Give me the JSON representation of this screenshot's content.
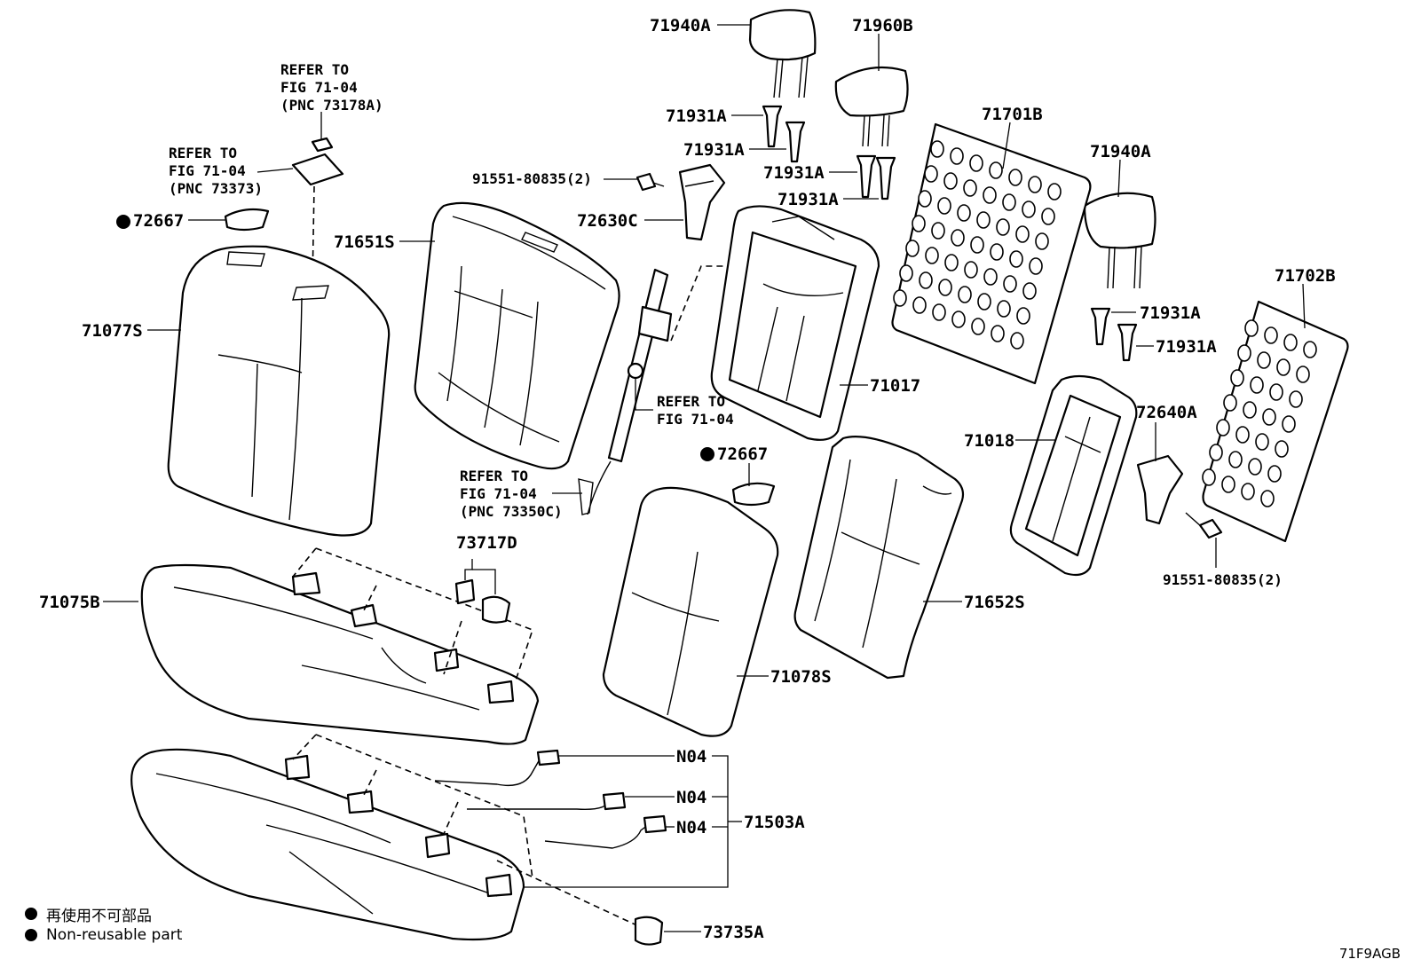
{
  "labels": {
    "p71940A_top": "71940A",
    "p71960B": "71960B",
    "p71931A_1": "71931A",
    "p71931A_2": "71931A",
    "p71931A_3": "71931A",
    "p71931A_4": "71931A",
    "p71701B": "71701B",
    "p71940A_right": "71940A",
    "p71931A_5": "71931A",
    "p71931A_6": "71931A",
    "p71702B": "71702B",
    "p91551_left": "91551-80835(2)",
    "p72630C": "72630C",
    "p71651S": "71651S",
    "p72667_left": "72667",
    "p71077S": "71077S",
    "p71017": "71017",
    "p71018": "71018",
    "p72640A": "72640A",
    "p91551_right": "91551-80835(2)",
    "p72667_mid": "72667",
    "p73717D": "73717D",
    "p71075B": "71075B",
    "p71652S": "71652S",
    "p71078S": "71078S",
    "pN04_1": "N04",
    "pN04_2": "N04",
    "pN04_3": "N04",
    "p71503A": "71503A",
    "p73735A": "73735A"
  },
  "refs": {
    "ref_73178A": [
      "REFER TO",
      "FIG 71-04",
      "(PNC 73178A)"
    ],
    "ref_73373": [
      "REFER TO",
      "FIG 71-04",
      "(PNC 73373)"
    ],
    "ref_fig_mid": [
      "REFER TO",
      "FIG 71-04"
    ],
    "ref_73350C": [
      "REFER TO",
      "FIG 71-04",
      "(PNC 73350C)"
    ]
  },
  "legend": {
    "jp": "再使用不可部品",
    "en": "Non-reusable part"
  },
  "figure_code": "71F9AGB"
}
